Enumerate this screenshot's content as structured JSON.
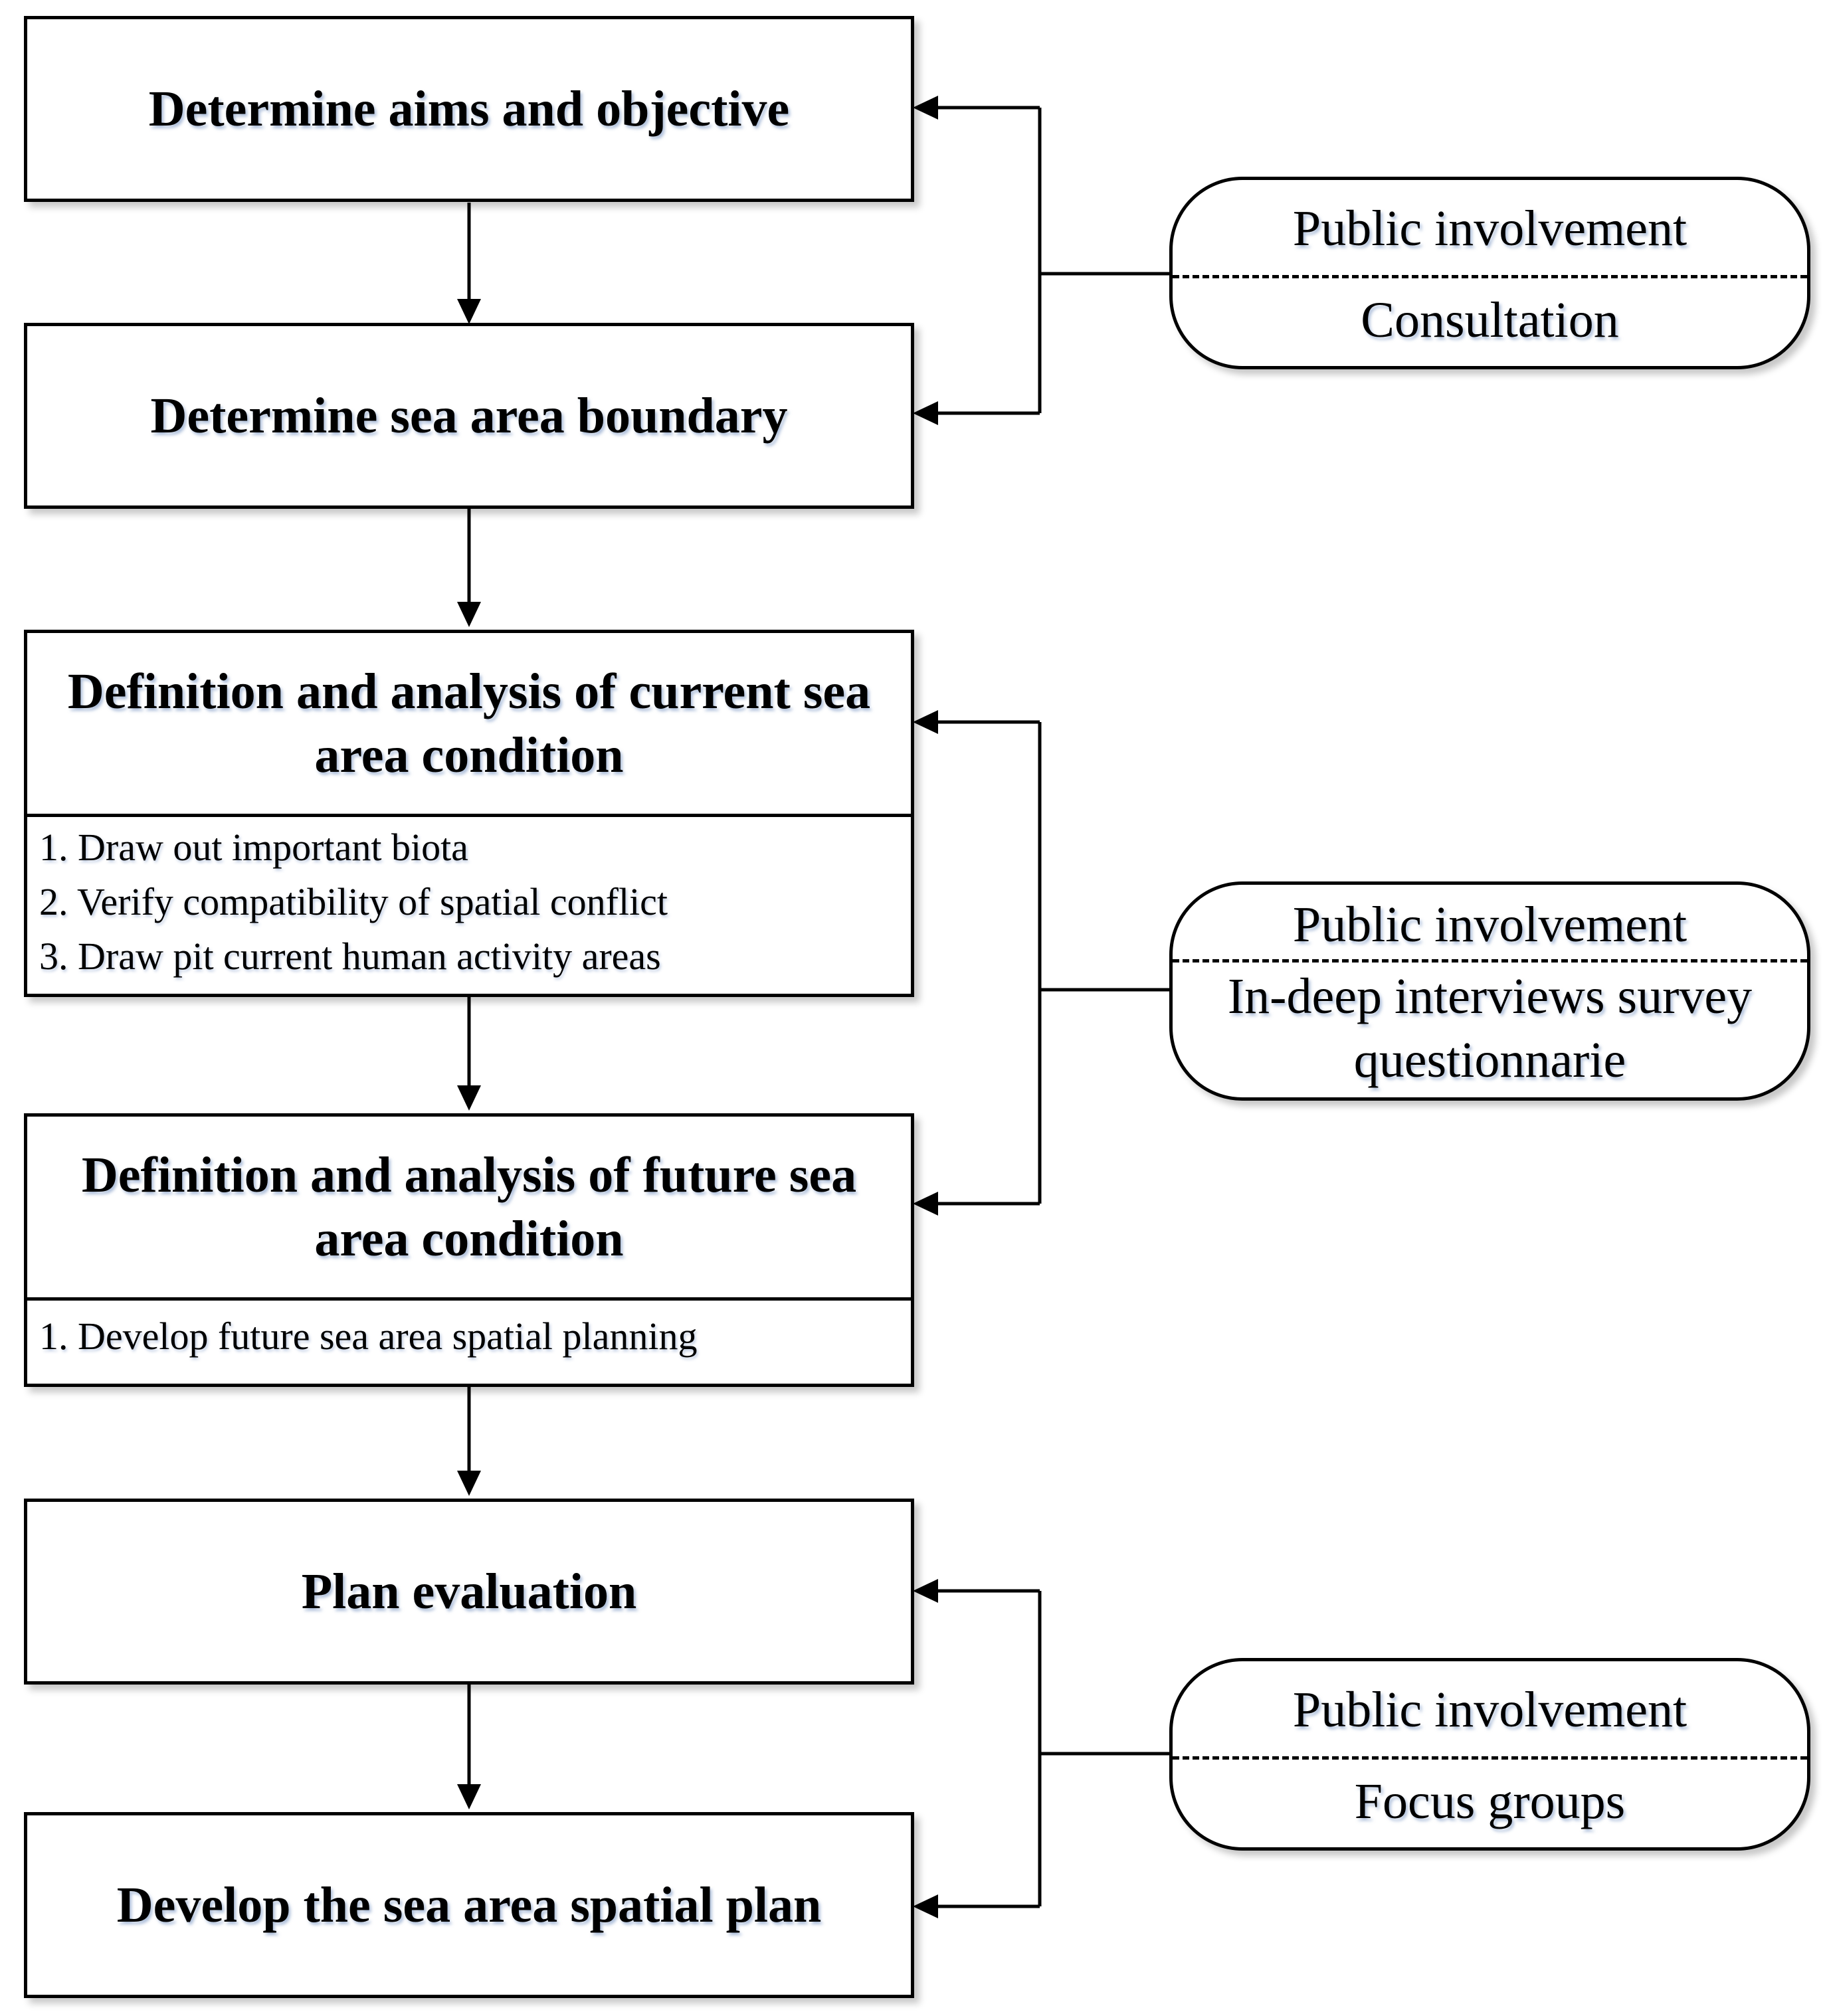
{
  "steps": {
    "aims": {
      "title": "Determine aims and objective"
    },
    "boundary": {
      "title": "Determine sea area boundary"
    },
    "current": {
      "title": "Definition and analysis of current sea area condition",
      "items": [
        "1. Draw out important biota",
        "2. Verify compatibility of spatial conflict",
        "3. Draw pit current human activity areas"
      ]
    },
    "future": {
      "title": "Definition and analysis of future sea area condition",
      "items": [
        "1. Develop future sea area spatial planning"
      ]
    },
    "evaluation": {
      "title": "Plan evaluation"
    },
    "develop": {
      "title": "Develop the sea area spatial plan"
    }
  },
  "involvement": {
    "consultation": {
      "header": "Public involvement",
      "method": "Consultation"
    },
    "interviews": {
      "header": "Public involvement",
      "method": "In-deep interviews survey questionnarie"
    },
    "focus": {
      "header": "Public involvement",
      "method": "Focus groups"
    }
  },
  "colors": {
    "line": "#000000",
    "text_glow": "#6e8cbe"
  }
}
